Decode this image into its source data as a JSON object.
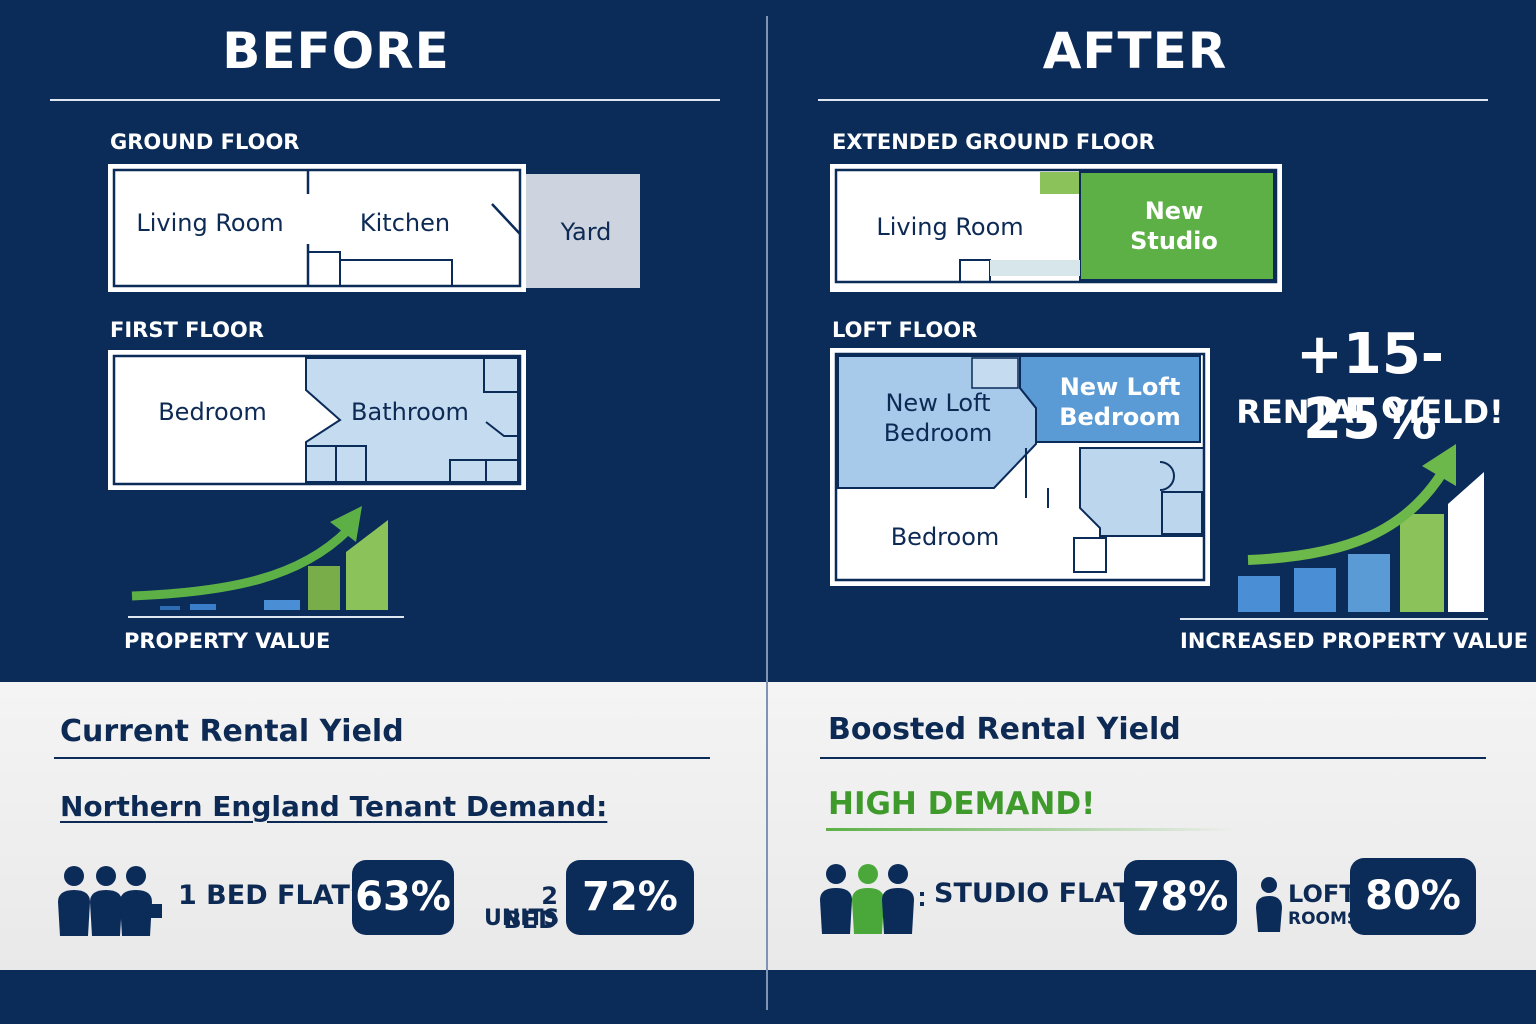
{
  "before": {
    "title": "BEFORE",
    "ground_label": "GROUND FLOOR",
    "ground_rooms": [
      "Living Room",
      "Kitchen",
      "Yard"
    ],
    "first_label": "FIRST FLOOR",
    "first_rooms": [
      "Bedroom",
      "Bathroom"
    ],
    "chart_label": "PROPERTY VALUE",
    "yield_heading": "Current Rental Yield",
    "demand_heading": "Northern England Tenant Demand:",
    "stat1_label": "1 BED FLATS",
    "stat1_value": "63%",
    "stat2_label_line1": "2 BED",
    "stat2_label_line2": "UNITS",
    "stat2_value": "72%"
  },
  "after": {
    "title": "AFTER",
    "ground_label": "EXTENDED GROUND FLOOR",
    "ground_rooms": [
      "Living Room",
      "New Studio"
    ],
    "loft_label": "LOFT FLOOR",
    "loft_rooms": [
      "New Loft Bedroom",
      "New Loft Bedroom",
      "Bedroom"
    ],
    "yield_increase": "+15-25%",
    "yield_caption": "RENTAL YIELD!",
    "chart_label": "INCREASED PROPERTY VALUE",
    "yield_heading": "Boosted Rental Yield",
    "demand_heading": "HIGH DEMAND!",
    "stat1_label": "STUDIO FLATS",
    "stat1_value": "78%",
    "stat2_label_line1": "LOFT",
    "stat2_label_line2": "ROOMS",
    "stat2_value": "80%"
  },
  "colors": {
    "navy": "#0b2b59",
    "green": "#5cb046",
    "light_blue": "#bcd6ee",
    "mid_blue": "#5b9bd5",
    "yard_grey": "#cdd4df"
  },
  "icons": [
    "people-group-icon",
    "person-icon",
    "growth-arrow-icon"
  ]
}
